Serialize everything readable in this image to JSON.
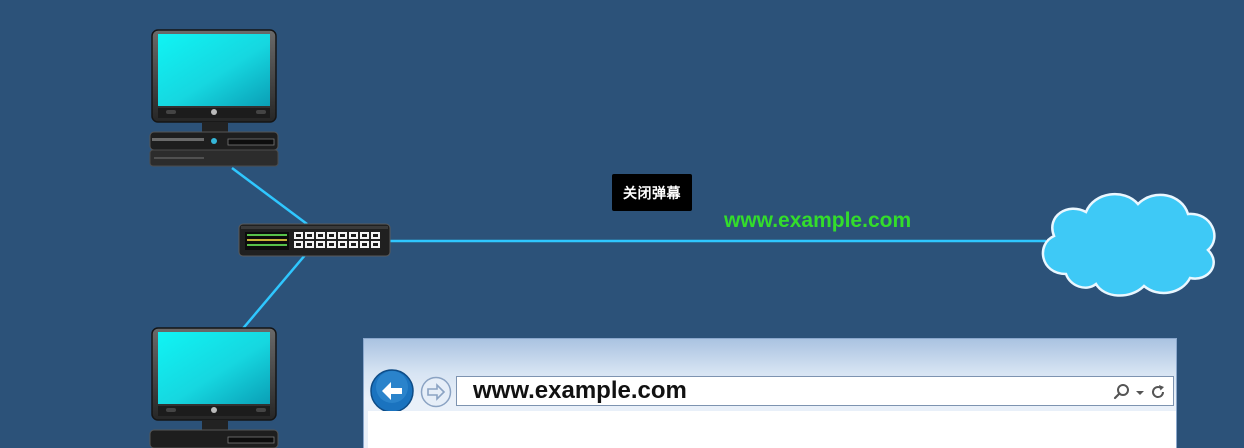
{
  "danmaku": {
    "close_label": "关闭弹幕"
  },
  "network": {
    "url_label": "www.example.com"
  },
  "browser": {
    "address": "www.example.com"
  },
  "icons": {
    "back": "back-arrow-icon",
    "forward": "forward-arrow-icon",
    "search": "search-icon",
    "dropdown": "dropdown-caret-icon",
    "refresh": "refresh-icon"
  },
  "colors": {
    "background": "#2c5279",
    "link": "#2fc7ff",
    "url_label": "#33dd2b",
    "cloud": "#3ec9f6",
    "monitor_screen": "#14e6ea"
  }
}
